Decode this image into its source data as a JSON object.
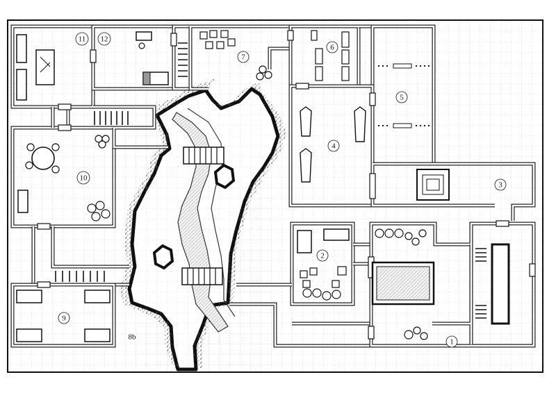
{
  "map": {
    "rooms": [
      {
        "id": "r1",
        "label": "1"
      },
      {
        "id": "r2",
        "label": "2"
      },
      {
        "id": "r3",
        "label": "3"
      },
      {
        "id": "r4",
        "label": "4"
      },
      {
        "id": "r5",
        "label": "5"
      },
      {
        "id": "r6",
        "label": "6"
      },
      {
        "id": "r7",
        "label": "7"
      },
      {
        "id": "r8b",
        "label": "8b"
      },
      {
        "id": "r9",
        "label": "9"
      },
      {
        "id": "r10",
        "label": "10"
      },
      {
        "id": "r11",
        "label": "11"
      },
      {
        "id": "r12",
        "label": "12"
      }
    ],
    "colors": {
      "ink": "#111111",
      "wall_fill": "#ffffff",
      "grid": "#c9c9c9",
      "rubble": "#6f6f6f",
      "water": "#e9e9e9"
    },
    "icons": [
      "door-icon",
      "stairs-icon",
      "barrel-icon",
      "crate-icon",
      "bed-icon",
      "coffin-icon",
      "table-icon",
      "pool-icon",
      "bridge-icon",
      "altar-icon",
      "desk-icon",
      "shelf-icon"
    ]
  }
}
